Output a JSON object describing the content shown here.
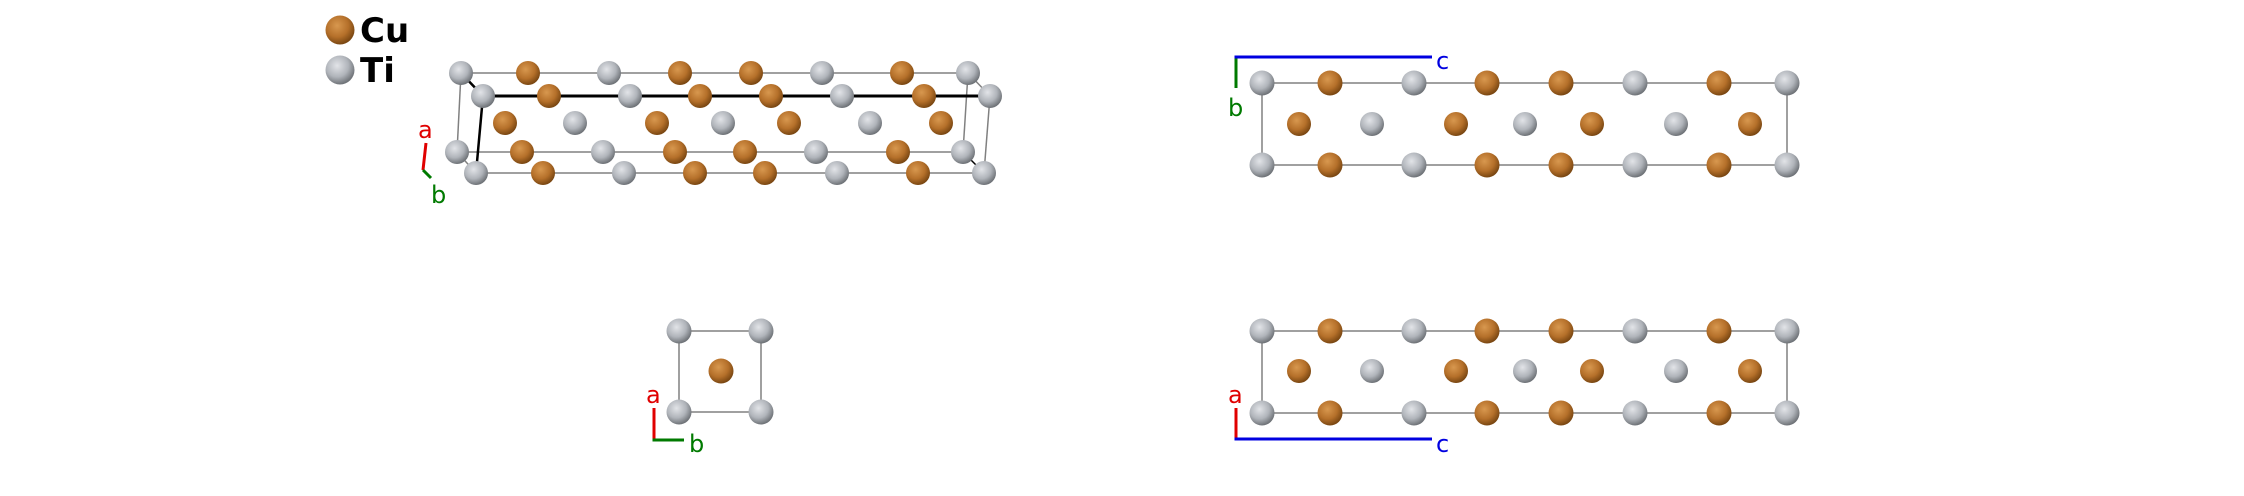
{
  "legend": {
    "items": [
      {
        "label": "Cu",
        "color": "#b5702a"
      },
      {
        "label": "Ti",
        "color": "#b4b8be"
      }
    ]
  },
  "axes": {
    "a": {
      "label": "a",
      "color": "#e00000"
    },
    "b": {
      "label": "b",
      "color": "#007a00"
    },
    "c": {
      "label": "c",
      "color": "#0000e0"
    }
  },
  "colors": {
    "cell_edge": "#808080",
    "cell_edge_bold": "#000000"
  }
}
